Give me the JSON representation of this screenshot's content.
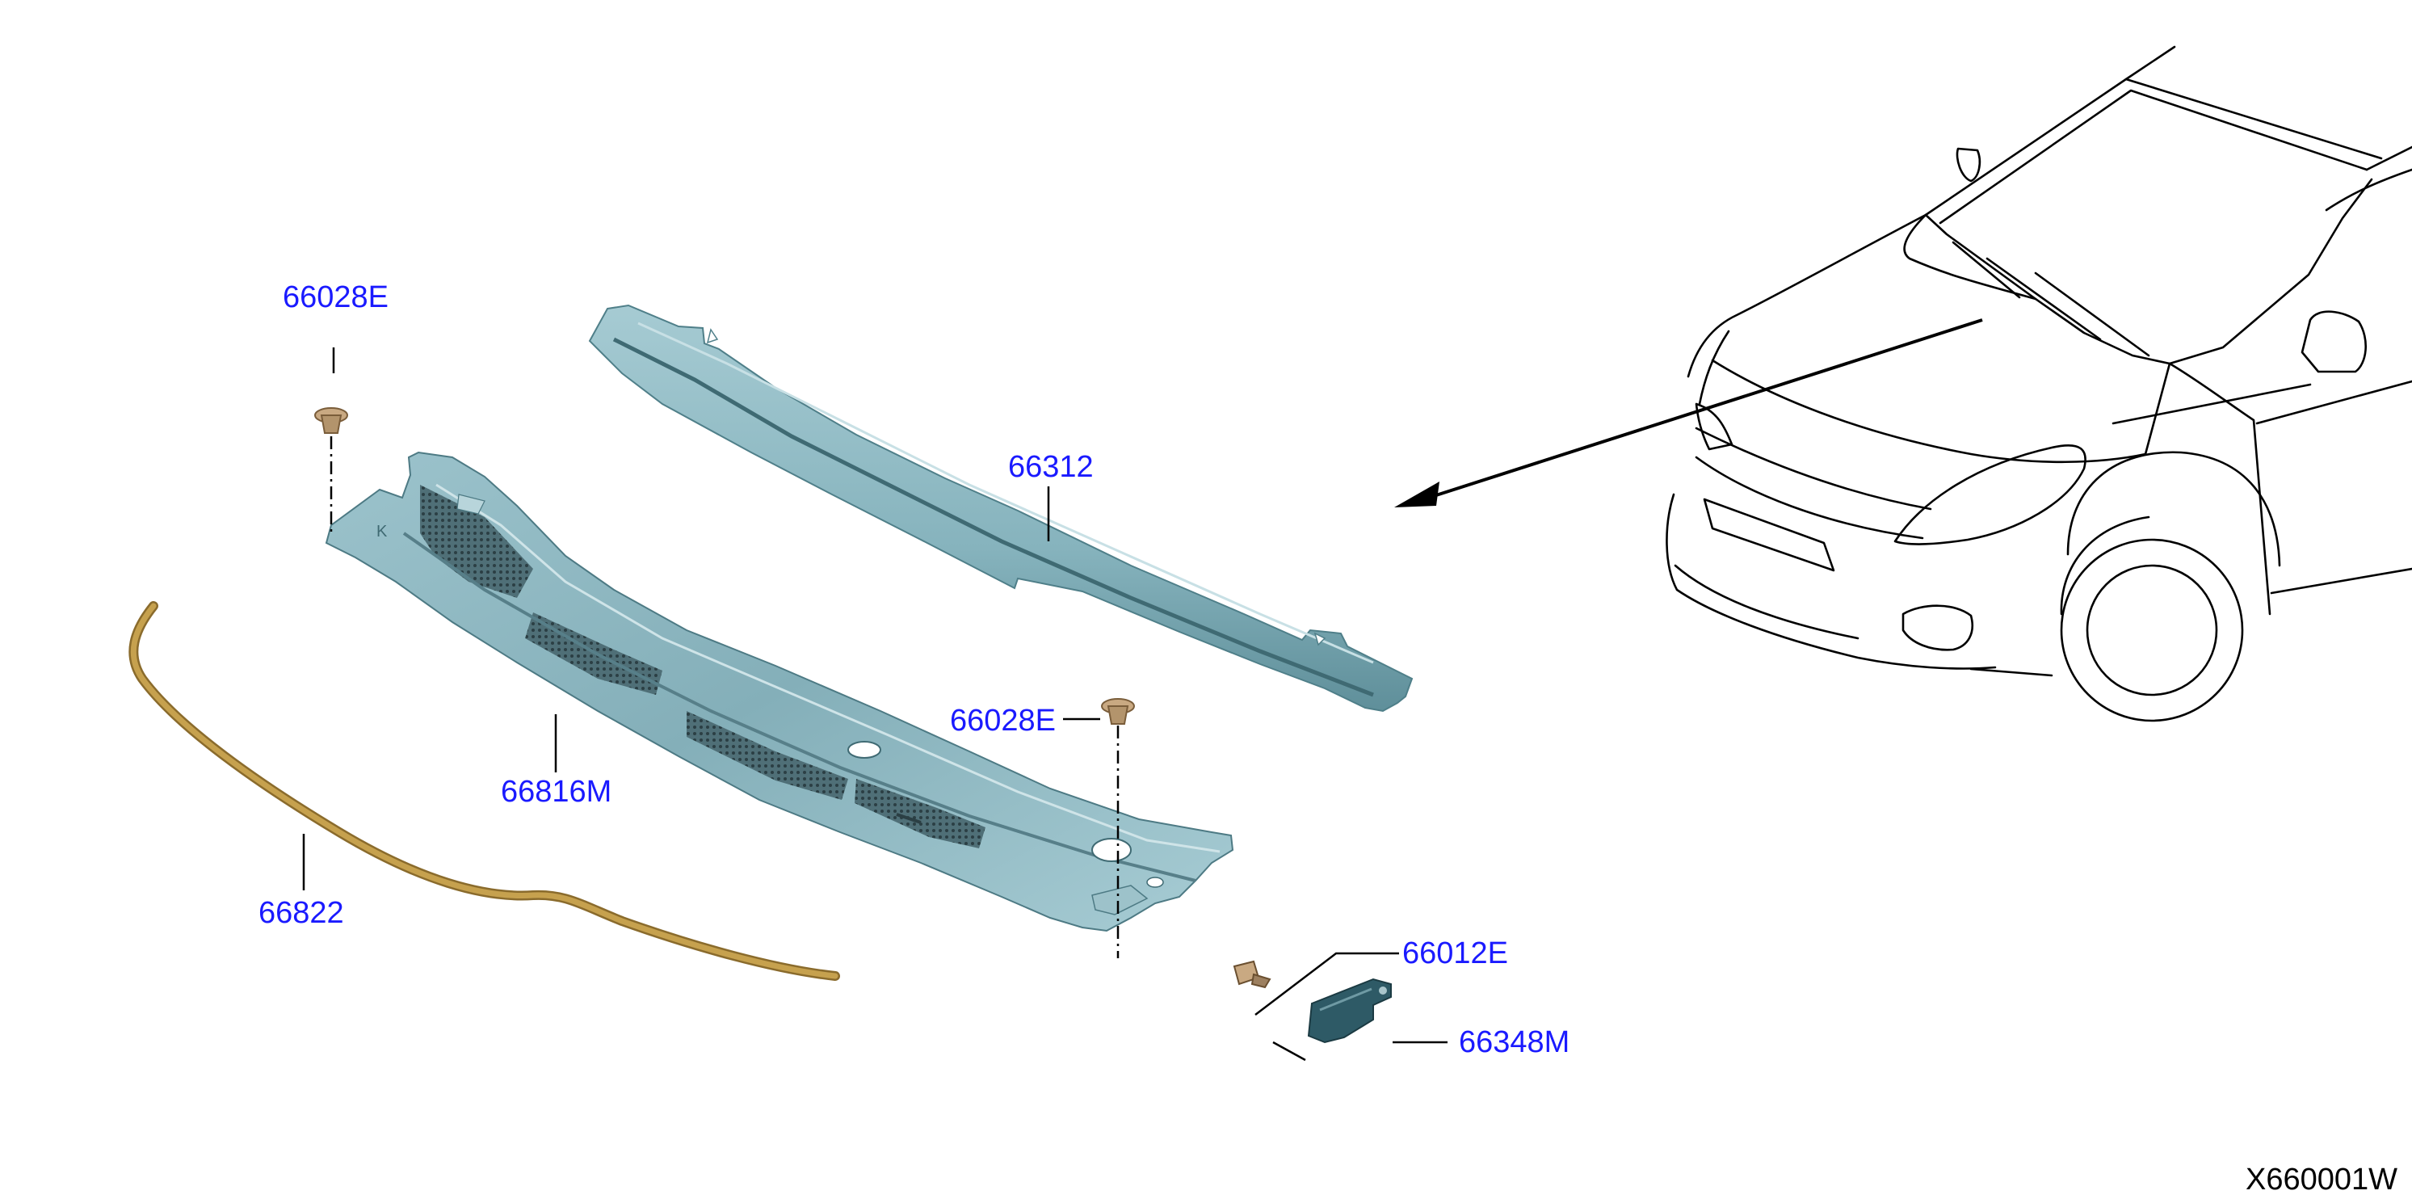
{
  "diagram": {
    "code": "X660001W",
    "colors": {
      "label": "#1a1aff",
      "panel": "#86b3bd",
      "panel_dark": "#5f8f9a",
      "seal": "#c6a14e",
      "clip": "#c9a982",
      "bracket": "#2e5a66"
    },
    "parts": [
      {
        "id": "clip-top-left",
        "number": "66028E"
      },
      {
        "id": "seal-panel",
        "number": "66312"
      },
      {
        "id": "clip-center",
        "number": "66028E"
      },
      {
        "id": "cowl-top",
        "number": "66816M"
      },
      {
        "id": "weatherstrip",
        "number": "66822"
      },
      {
        "id": "clip-small",
        "number": "66012E"
      },
      {
        "id": "bracket",
        "number": "66348M"
      }
    ]
  }
}
